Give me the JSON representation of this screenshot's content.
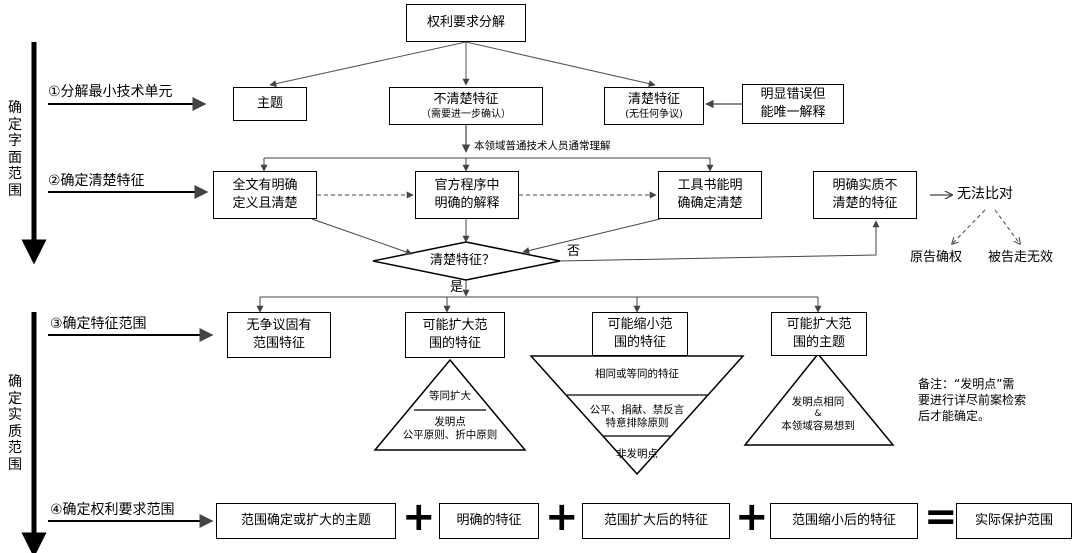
{
  "top": {
    "root": "权利要求分解"
  },
  "axis": {
    "upper_label": "确定字面范围",
    "lower_label": "确定实质范围"
  },
  "steps": {
    "s1": "①分解最小技术单元",
    "s2": "②确定清楚特征",
    "s3": "③确定特征范围",
    "s4": "④确定权利要求范围"
  },
  "row1": {
    "subject": "主题",
    "unclear": "不清楚特征",
    "unclear_sub": "（需要进一步确认）",
    "clear": "清楚特征",
    "clear_sub": "(无任何争议)",
    "obvious_l1": "明显错误但",
    "obvious_l2": "能唯一解释"
  },
  "understanding": "本领域普通技术人员通常理解",
  "row2": {
    "b1_l1": "全文有明确",
    "b1_l2": "定义且清楚",
    "b2_l1": "官方程序中",
    "b2_l2": "明确的解释",
    "b3_l1": "工具书能明",
    "b3_l2": "确确定清楚",
    "b4_l1": "明确实质不",
    "b4_l2": "清楚的特征",
    "no_compare": "无法比对",
    "plaintiff": "原告确权",
    "defendant": "被告走无效"
  },
  "decision": {
    "question": "清楚特征？",
    "no": "否",
    "yes": "是"
  },
  "row3": {
    "c1_l1": "无争议固有",
    "c1_l2": "范围特征",
    "c2_l1": "可能扩大范",
    "c2_l2": "围的特征",
    "c3_l1": "可能缩小范",
    "c3_l2": "围的特征",
    "c4_l1": "可能扩大范",
    "c4_l2": "围的主题"
  },
  "triangles": {
    "expand_top": "等同扩大",
    "expand_bottom_l1": "发明点",
    "expand_bottom_l2": "公平原则、折中原则",
    "shrink_top": "相同或等同的特征",
    "shrink_mid_l1": "公平、捐献、禁反言",
    "shrink_mid_l2": "特意排除原则",
    "shrink_bottom": "非发明点",
    "subject_l1": "发明点相同",
    "subject_amp": "&",
    "subject_l2": "本领域容易想到"
  },
  "note": {
    "l1": "备注：“发明点”需",
    "l2": "要进行详尽前案检索",
    "l3": "后才能确定。"
  },
  "row4": {
    "f1": "范围确定或扩大的主题",
    "plus": "+",
    "f2": "明确的特征",
    "f3": "范围扩大后的特征",
    "f4": "范围缩小后的特征",
    "equals": "=",
    "result": "实际保护范围"
  }
}
